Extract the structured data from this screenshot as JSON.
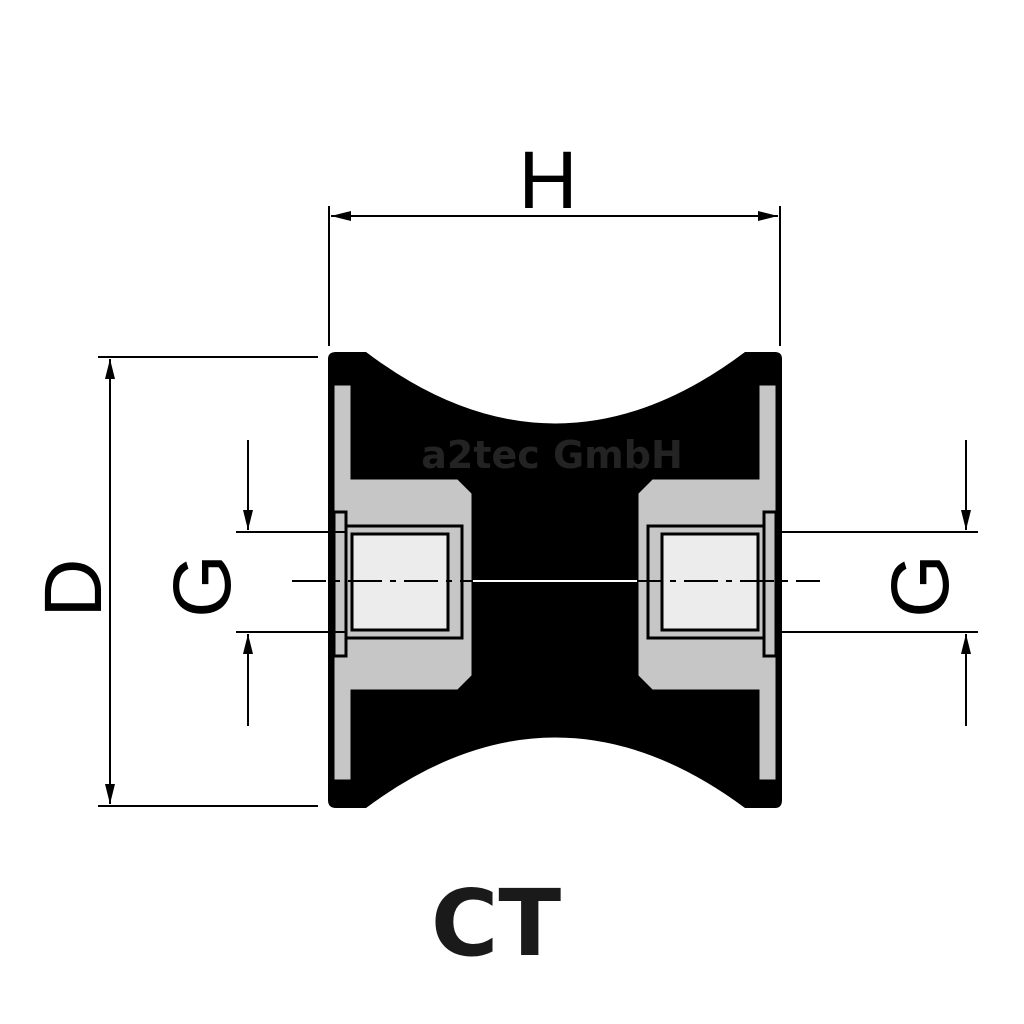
{
  "dimensions": {
    "width_label": "H",
    "diameter_label": "D",
    "thread_left_label": "G",
    "thread_right_label": "G"
  },
  "watermark": "a2tec GmbH",
  "model_label": "CT",
  "colors": {
    "rubber": "#000000",
    "metal": "#c6c6c6",
    "thread_bore": "#ececec",
    "line": "#000000",
    "background": "#ffffff"
  }
}
